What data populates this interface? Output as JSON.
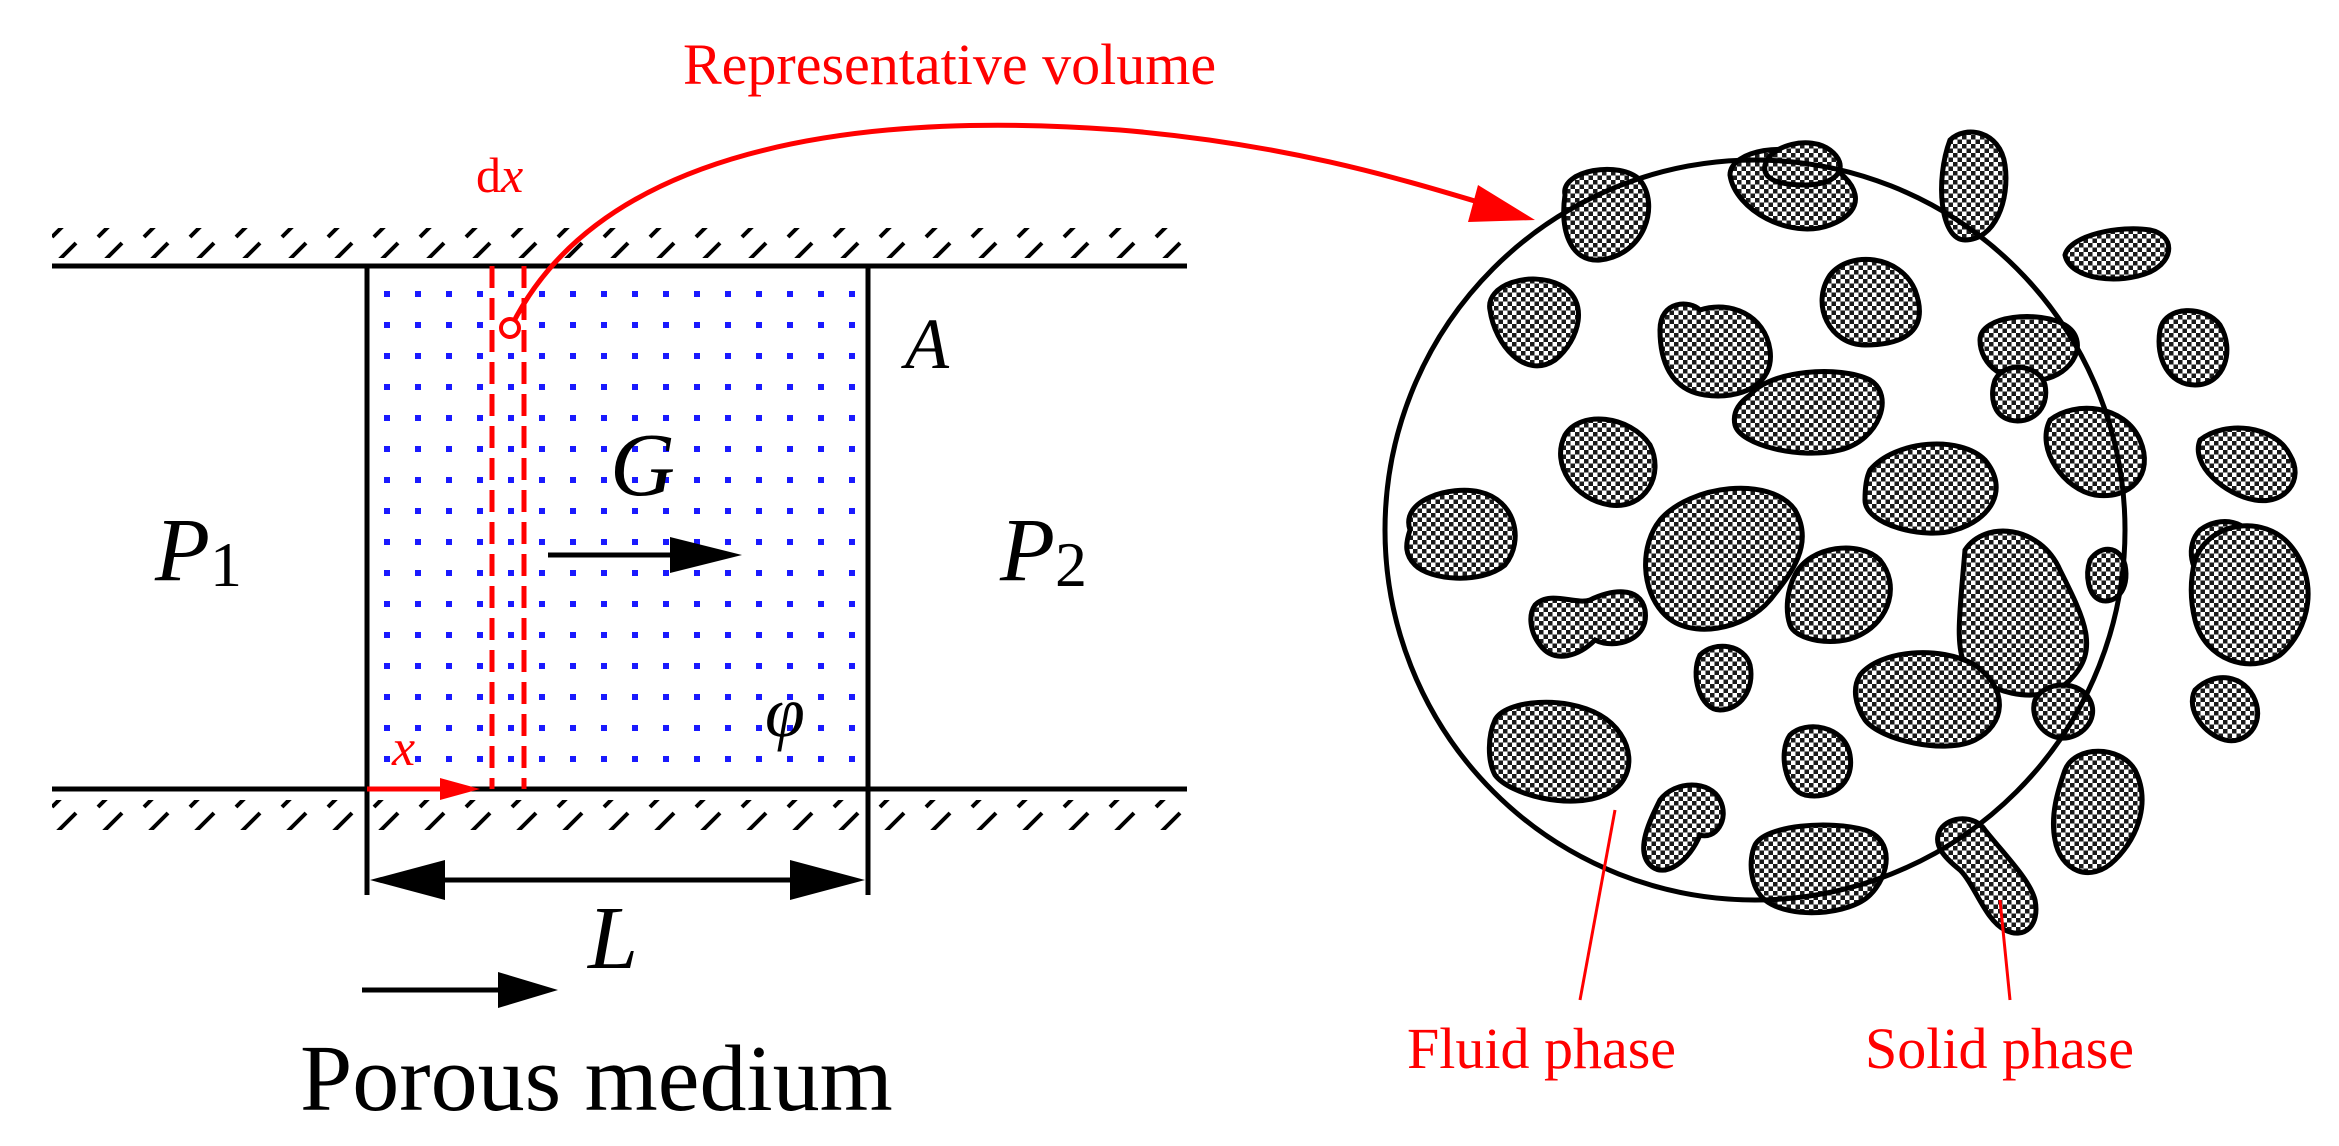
{
  "labels": {
    "representative_volume": "Representative volume",
    "dx_d": "d",
    "dx_x": "x",
    "A": "A",
    "G": "G",
    "P1": "P",
    "P1_sub": "1",
    "P2": "P",
    "P2_sub": "2",
    "phi": "φ",
    "x": "x",
    "L": "L",
    "porous_medium": "Porous medium",
    "fluid_phase": "Fluid phase",
    "solid_phase": "Solid phase"
  },
  "colors": {
    "red": "#ff0000",
    "black": "#000000",
    "blue_dots": "#1a1aff",
    "checker_dark": "#1a1a1a",
    "checker_light": "#ffffff"
  }
}
